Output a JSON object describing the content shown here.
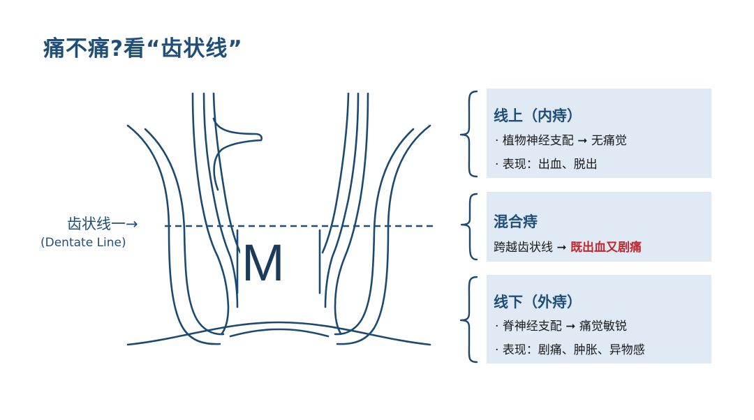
{
  "title": "痛不痛?看“齿状线”",
  "diagram": {
    "dentate_cn": "齿状线一→",
    "dentate_en": "(Dentate  Line)",
    "m_label": "M"
  },
  "boxes": [
    {
      "title": "线上（内痔）",
      "lines": [
        {
          "text": "· 植物神经支配 ➞ 无痛觉"
        },
        {
          "text": "· 表现：出血、脱出"
        }
      ]
    },
    {
      "title": "混合痔",
      "lines": [
        {
          "prefix": "跨越齿状线 ➞ ",
          "highlight": "既出血又剧痛"
        }
      ]
    },
    {
      "title": "线下（外痔）",
      "lines": [
        {
          "text": "· 脊神经支配 ➞ 痛觉敏锐"
        },
        {
          "text": "· 表现：剧痛、肿胀、异物感"
        }
      ]
    }
  ],
  "colors": {
    "title": "#1f4e79",
    "outline": "#1a4a72",
    "dash": "#1f4e79",
    "box_bg": "#e0eaf5",
    "highlight": "#c0282d"
  }
}
